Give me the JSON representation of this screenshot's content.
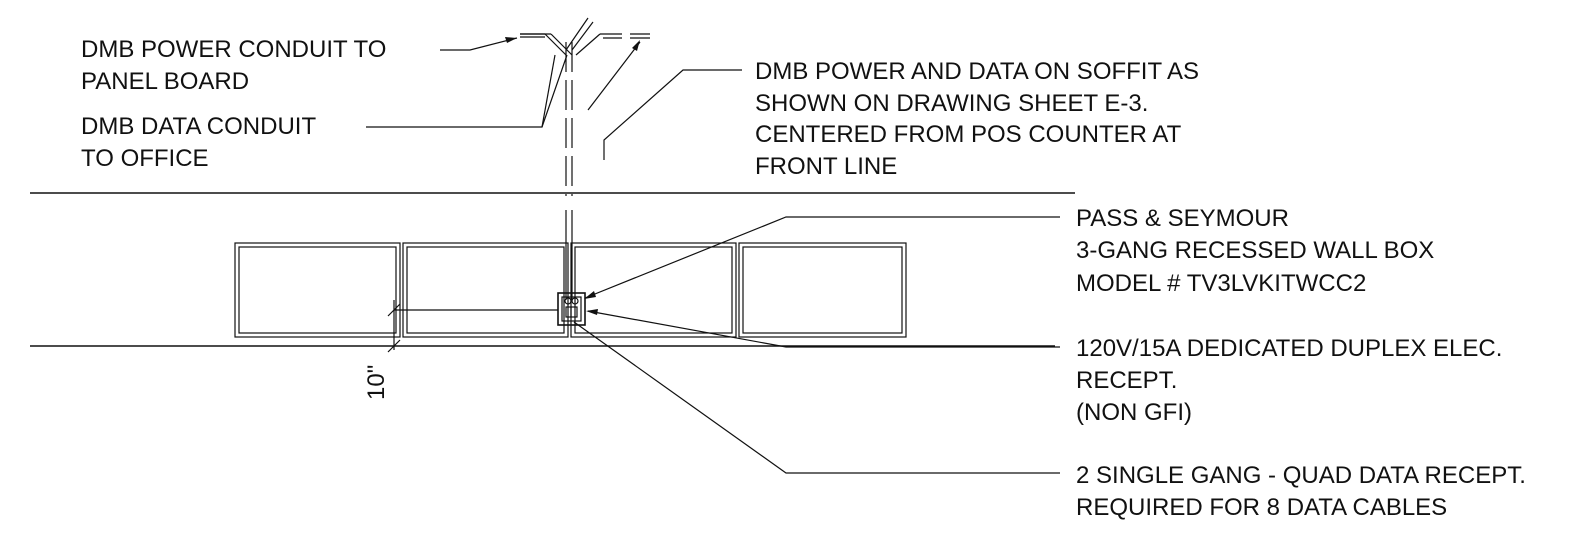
{
  "callouts": {
    "power_conduit": [
      "DMB POWER CONDUIT TO",
      "PANEL BOARD"
    ],
    "data_conduit": [
      "DMB DATA CONDUIT",
      "TO  OFFICE"
    ],
    "soffit": [
      "DMB POWER AND  DATA ON SOFFIT AS",
      "SHOWN ON DRAWING SHEET E-3.",
      "CENTERED FROM  POS COUNTER AT",
      "FRONT LINE"
    ],
    "wall_box": [
      "PASS & SEYMOUR",
      "3-GANG RECESSED WALL BOX",
      "MODEL # TV3LVKITWCC2"
    ],
    "receptacle": [
      "120V/15A DEDICATED DUPLEX ELEC.",
      "RECEPT.",
      "(NON GFI)"
    ],
    "data_recept": [
      "2 SINGLE GANG - QUAD DATA RECEPT.",
      "REQUIRED FOR 8 DATA CABLES"
    ]
  },
  "dimension": {
    "label": "10\""
  },
  "colors": {
    "ink": "#111111",
    "background": "#ffffff"
  }
}
